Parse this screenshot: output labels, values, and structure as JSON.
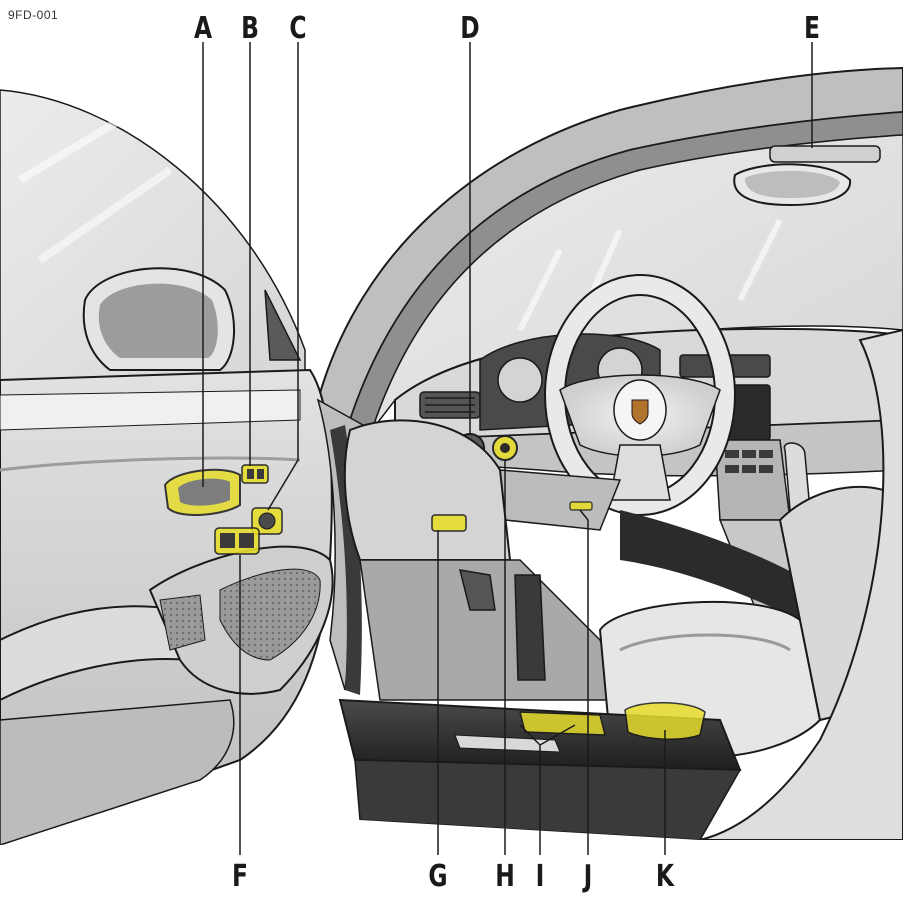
{
  "figure_id": "9FD-001",
  "callouts_top": [
    "A",
    "B",
    "C",
    "D",
    "E"
  ],
  "callouts_bottom": [
    "F",
    "G",
    "H",
    "I",
    "J",
    "K"
  ],
  "colors": {
    "highlight": "#e6dc2c",
    "line": "#1a1a1a",
    "shade_light": "#e4e4e4",
    "shade_mid": "#c9c9c9",
    "shade_dark": "#8a8a8a",
    "shade_black": "#2b2b2b"
  }
}
